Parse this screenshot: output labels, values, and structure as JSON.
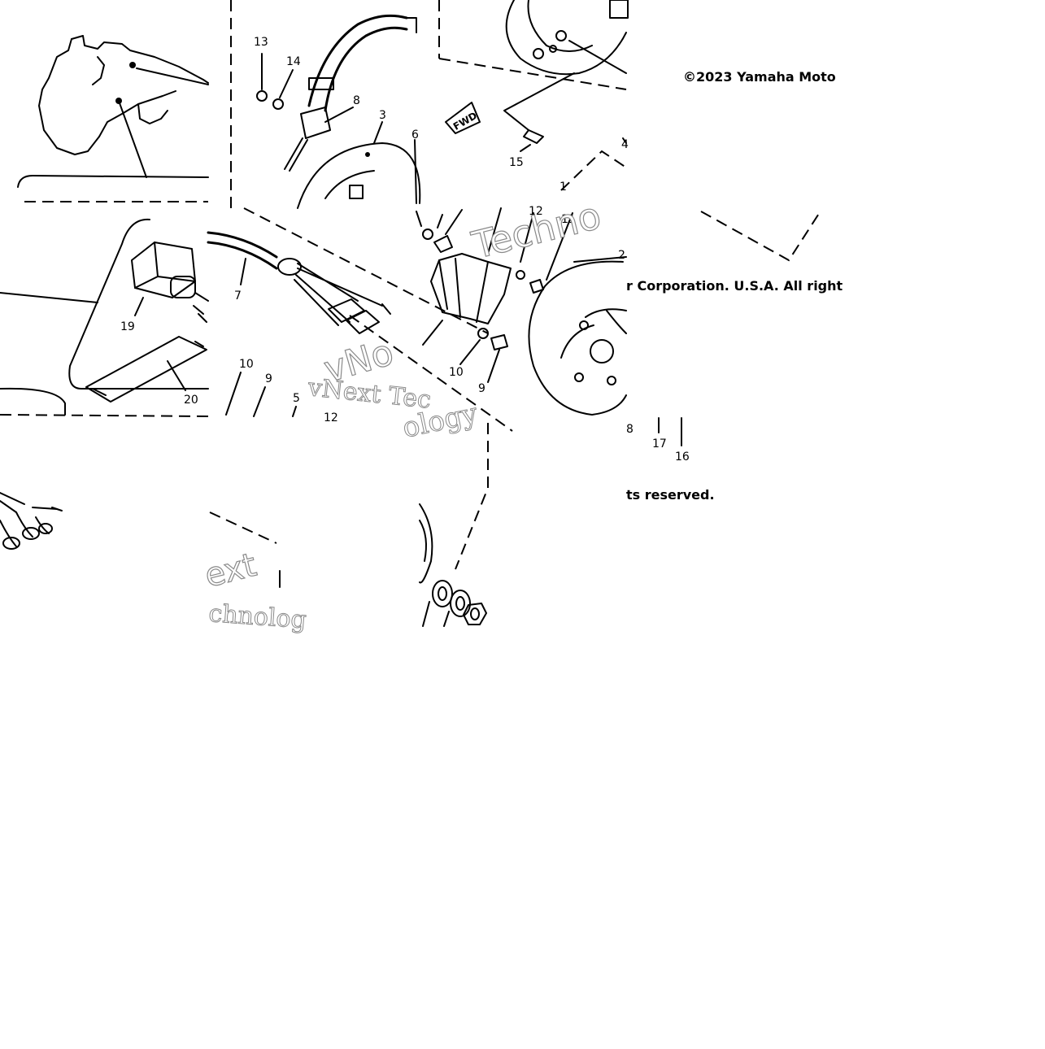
{
  "copyright": {
    "line1": "©2023 Yamaha Moto",
    "line2": "r Corporation. U.S.A. All right",
    "line3": "ts reserved."
  },
  "watermarks": {
    "techno": "Techno",
    "vnext_tec": "vNext Tec",
    "vno": "vNo",
    "ology": "ology",
    "ext": "ext",
    "chnolog": "chnolog"
  },
  "fwd_label": "FWD",
  "callouts": {
    "n13": "13",
    "n14": "14",
    "n8": "8",
    "n3": "3",
    "n6": "6",
    "n15": "15",
    "n4": "4",
    "n1": "1",
    "n7": "7",
    "n19": "19",
    "n20": "20",
    "n10a": "10",
    "n9a": "9",
    "n5": "5",
    "n12a": "12",
    "n12b": "12",
    "n11": "11",
    "n2": "2",
    "n10b": "10",
    "n9b": "9",
    "n8b": "8",
    "n17": "17",
    "n16": "16"
  }
}
